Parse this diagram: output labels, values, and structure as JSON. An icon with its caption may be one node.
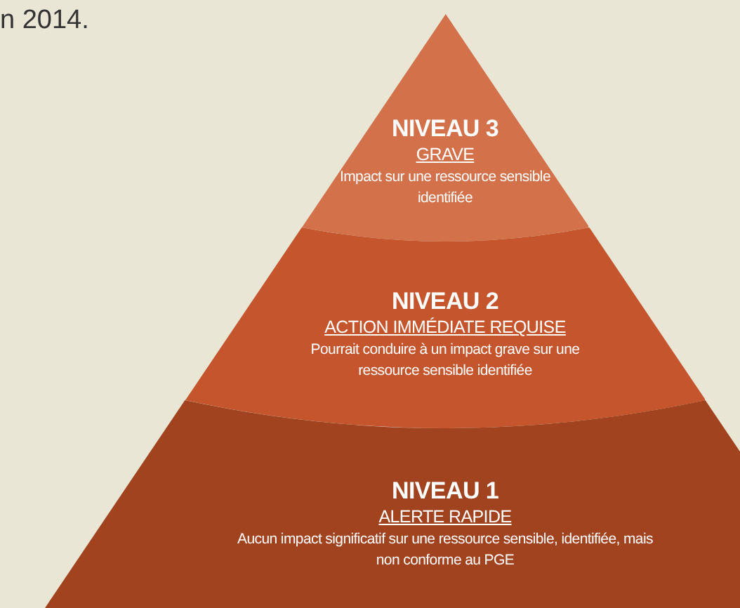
{
  "diagram": {
    "nodes": [
      {
        "text": [
          "NIVEAU 3",
          "GRAVE",
          "Impact sur une ressource sensible identifiée"
        ]
      },
      {
        "text": [
          "NIVEAU 2",
          "ACTION IMMÉDIATE REQUISE",
          "Pourrait conduire à un impact grave sur une ressource sensible identifiée"
        ]
      },
      {
        "text": [
          "NIVEAU 1",
          "ALERTE RAPIDE",
          "Aucun impact significatif sur une ressource sensible, identifiée, mais non conforme au PGE"
        ]
      }
    ],
    "labels": [
      "n 2014."
    ]
  }
}
